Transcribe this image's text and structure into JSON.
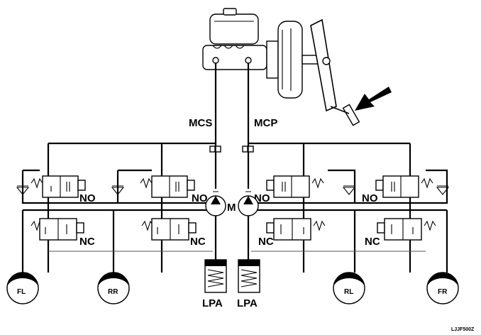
{
  "labels": {
    "mcs": "MCS",
    "mcp": "MCP",
    "no": "NO",
    "nc": "NC",
    "pump": "M",
    "lpa": "LPA",
    "code": "LJJF500Z"
  },
  "wheels": {
    "fl": "FL",
    "rr": "RR",
    "rl": "RL",
    "fr": "FR"
  }
}
